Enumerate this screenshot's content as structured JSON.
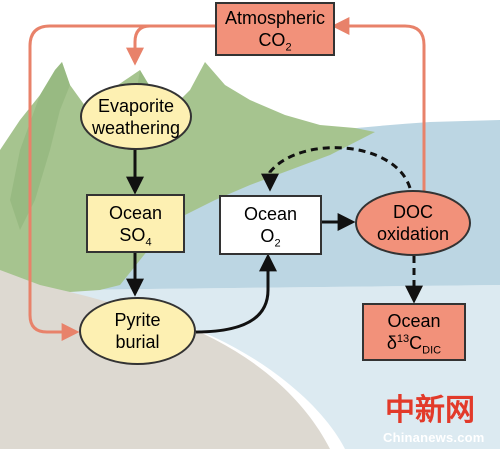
{
  "nodes": {
    "atmospheric_co2": {
      "line1": "Atmospheric",
      "line2_main": "CO",
      "line2_sub": "2"
    },
    "evaporite_weathering": {
      "line1": "Evaporite",
      "line2": "weathering"
    },
    "ocean_so4": {
      "line1": "Ocean",
      "line2_main": "SO",
      "line2_sub": "4"
    },
    "ocean_o2": {
      "line1": "Ocean",
      "line2_main": "O",
      "line2_sub": "2"
    },
    "doc_oxidation": {
      "line1": "DOC",
      "line2": "oxidation"
    },
    "pyrite_burial": {
      "line1": "Pyrite",
      "line2": "burial"
    },
    "ocean_d13c": {
      "line1": "Ocean",
      "line2_delta": "δ",
      "line2_sup": "13",
      "line2_main": "C",
      "line2_sub": "DIC"
    }
  },
  "watermark": {
    "logo_text": "中新网",
    "site": "Chinanews.com"
  },
  "colors": {
    "salmon_fill": "#f2917a",
    "yellow_fill": "#fdf0b2",
    "salmon_arrow": "#e8826a",
    "mountain_green": "#a6c48f",
    "ocean_blue": "#bcd6e3",
    "ground_tan": "#ddd9d1"
  }
}
